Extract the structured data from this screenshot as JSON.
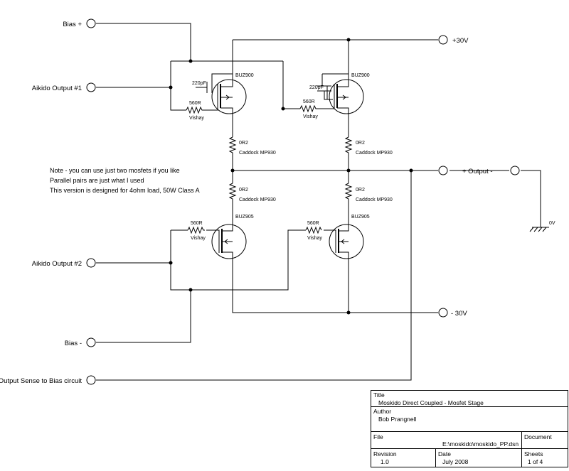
{
  "ports": {
    "bias_plus": "Bias +",
    "aikido_out_1": "Aikido Output #1",
    "aikido_out_2": "Aikido Output #2",
    "bias_minus": "Bias -",
    "output_sense": "Output Sense to Bias circuit",
    "supply_pos": "+30V",
    "supply_neg": "- 30V",
    "output": "+ Output -",
    "ground": "0V"
  },
  "components": {
    "mosfet_n": "BUZ900",
    "mosfet_p": "BUZ905",
    "capacitor": "220pF",
    "gate_resistor": "560R",
    "gate_resistor_mfr": "Vishay",
    "source_resistor": "0R2",
    "source_resistor_mfr": "Caddock MP930"
  },
  "note": {
    "line1": "Note - you can use just two mosfets if you like",
    "line2": "Parallel pairs are just what I used",
    "line3": "This version is designed for 4ohm load, 50W Class A"
  },
  "title_block": {
    "title_label": "Title",
    "title": "Moskido Direct Coupled - Mosfet Stage",
    "author_label": "Author",
    "author": "Bob Prangnell",
    "file_label": "File",
    "file": "E:\\moskido\\moskido_PP.dsn",
    "document_label": "Document",
    "revision_label": "Revision",
    "revision": "1.0",
    "date_label": "Date",
    "date": "July 2008",
    "sheets_label": "Sheets",
    "sheets": "1 of 4"
  }
}
